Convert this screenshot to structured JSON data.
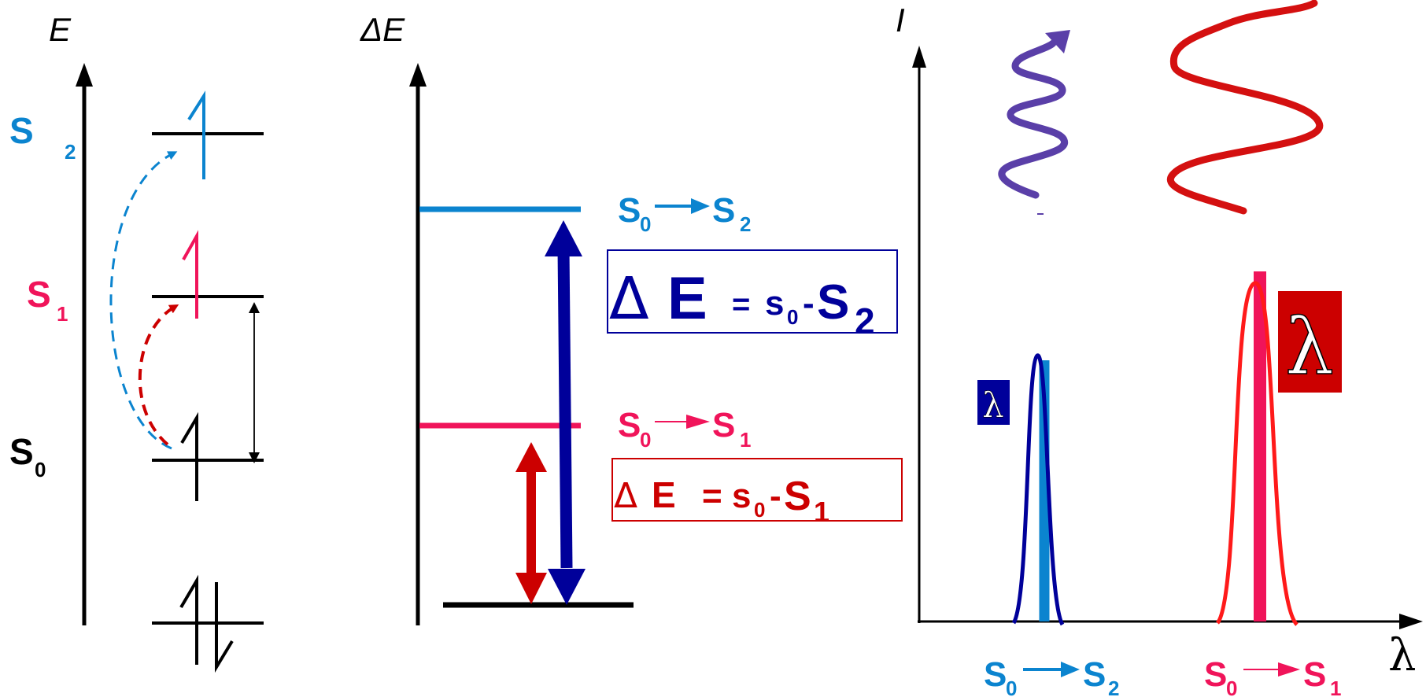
{
  "colors": {
    "black": "#000000",
    "s2_blue": "#0b84cf",
    "s1_pink": "#f0145a",
    "navy": "#00009a",
    "dark_red": "#cc0000",
    "red": "#ff1a1a",
    "purple": "#5a3fa8",
    "wave_red": "#d41010"
  },
  "left": {
    "axis_label": "E",
    "s2": {
      "main": "S",
      "sub": "2"
    },
    "s1": {
      "main": "S",
      "sub": "1"
    },
    "s0": {
      "main": "S",
      "sub": "0"
    }
  },
  "middle": {
    "axis_label": "ΔE",
    "trans_s2": {
      "a": "S",
      "a_sub": "0",
      "b": "S",
      "b_sub": "2"
    },
    "trans_s1": {
      "a": "S",
      "a_sub": "0",
      "b": "S",
      "b_sub": "1"
    },
    "box_s2": {
      "delta": "Δ",
      "e": "E",
      "eq": "=",
      "s0": "s",
      "s0_sub": "0",
      "dash": "-",
      "s": "S",
      "s_sub": "2"
    },
    "box_s1": {
      "delta": "Δ",
      "e": "E",
      "eq": "=",
      "s0": "s",
      "s0_sub": "0",
      "dash": "-",
      "s": "S",
      "s_sub": "1"
    }
  },
  "right": {
    "y_label": "I",
    "x_label": "λ",
    "lambda_small": "λ",
    "lambda_big": "λ",
    "x_s2": {
      "a": "S",
      "a_sub": "0",
      "b": "S",
      "b_sub": "2"
    },
    "x_s1": {
      "a": "S",
      "a_sub": "0",
      "b": "S",
      "b_sub": "1"
    }
  }
}
